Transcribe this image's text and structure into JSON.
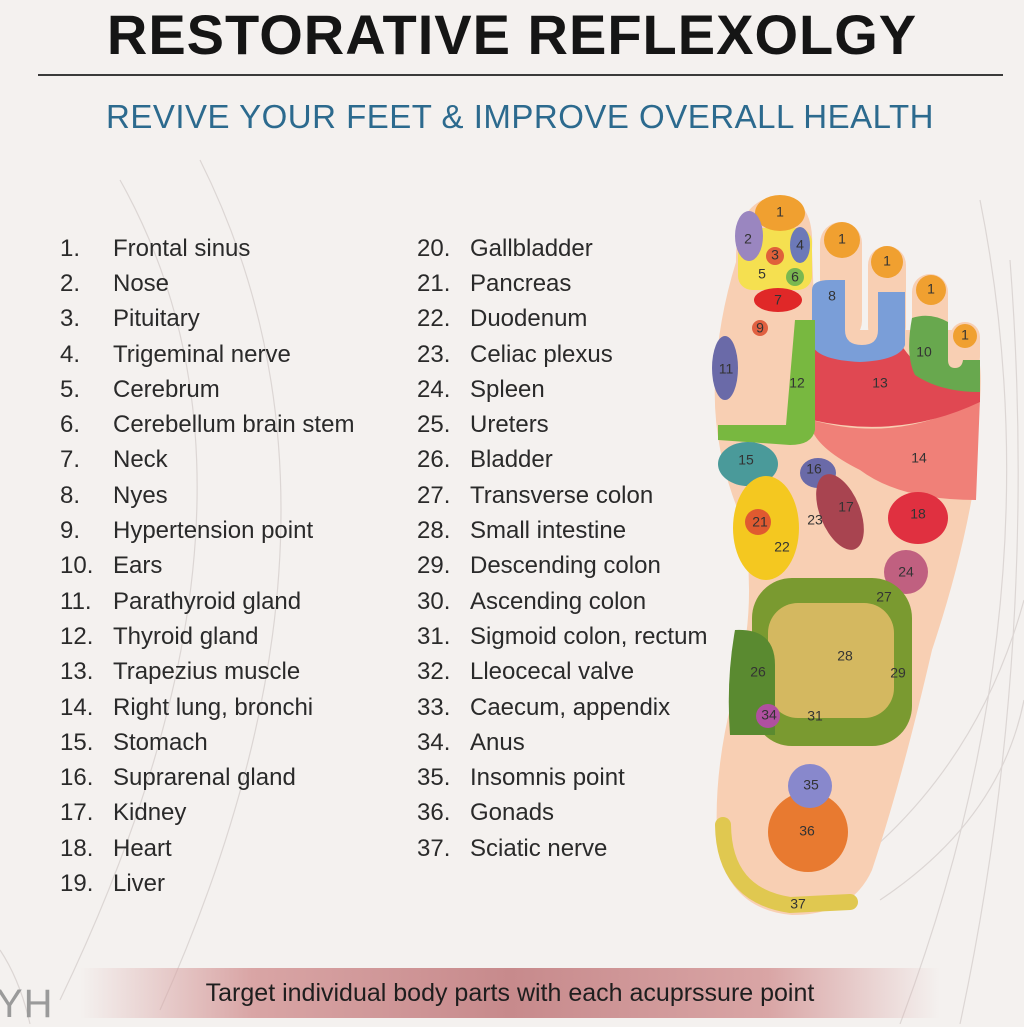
{
  "header": {
    "title": "RESTORATIVE REFLEXOLGY",
    "subtitle": "REVIVE YOUR FEET & IMPROVE OVERALL HEALTH"
  },
  "list_left": [
    {
      "num": "1.",
      "label": "Frontal sinus"
    },
    {
      "num": "2.",
      "label": "Nose"
    },
    {
      "num": "3.",
      "label": "Pituitary"
    },
    {
      "num": "4.",
      "label": "Trigeminal nerve"
    },
    {
      "num": "5.",
      "label": "Cerebrum"
    },
    {
      "num": "6.",
      "label": "Cerebellum brain stem"
    },
    {
      "num": "7.",
      "label": "Neck"
    },
    {
      "num": "8.",
      "label": "Nyes"
    },
    {
      "num": "9.",
      "label": "Hypertension point"
    },
    {
      "num": "10.",
      "label": "Ears"
    },
    {
      "num": "11.",
      "label": "Parathyroid gland"
    },
    {
      "num": "12.",
      "label": "Thyroid gland"
    },
    {
      "num": "13.",
      "label": "Trapezius muscle"
    },
    {
      "num": "14.",
      "label": "Right lung, bronchi"
    },
    {
      "num": "15.",
      "label": "Stomach"
    },
    {
      "num": "16.",
      "label": "Suprarenal gland"
    },
    {
      "num": "17.",
      "label": "Kidney"
    },
    {
      "num": "18.",
      "label": "Heart"
    },
    {
      "num": "19.",
      "label": "Liver"
    }
  ],
  "list_right": [
    {
      "num": "20.",
      "label": "Gallbladder"
    },
    {
      "num": "21.",
      "label": "Pancreas"
    },
    {
      "num": "22.",
      "label": "Duodenum"
    },
    {
      "num": "23.",
      "label": "Celiac plexus"
    },
    {
      "num": "24.",
      "label": "Spleen"
    },
    {
      "num": "25.",
      "label": "Ureters"
    },
    {
      "num": "26.",
      "label": "Bladder"
    },
    {
      "num": "27.",
      "label": "Transverse colon"
    },
    {
      "num": "28.",
      "label": "Small intestine"
    },
    {
      "num": "29.",
      "label": "Descending colon"
    },
    {
      "num": "30.",
      "label": "Ascending colon"
    },
    {
      "num": "31.",
      "label": "Sigmoid colon, rectum"
    },
    {
      "num": "32.",
      "label": "Lleocecal valve"
    },
    {
      "num": "33.",
      "label": "Caecum, appendix"
    },
    {
      "num": "34.",
      "label": "Anus"
    },
    {
      "num": "35.",
      "label": "Insomnis point"
    },
    {
      "num": "36.",
      "label": "Gonads"
    },
    {
      "num": "37.",
      "label": "Sciatic nerve"
    }
  ],
  "foot_labels": {
    "z1": "1",
    "z2": "2",
    "z3": "3",
    "z4": "4",
    "z5": "5",
    "z6": "6",
    "z7": "7",
    "z8": "8",
    "z9": "9",
    "z10": "10",
    "z11": "11",
    "z12": "12",
    "z13": "13",
    "z14": "14",
    "z15": "15",
    "z16": "16",
    "z17": "17",
    "z18": "18",
    "z21": "21",
    "z22": "22",
    "z23": "23",
    "z24": "24",
    "z26": "26",
    "z27": "27",
    "z28": "28",
    "z29": "29",
    "z31": "31",
    "z34": "34",
    "z35": "35",
    "z36": "36",
    "z37": "37"
  },
  "colors": {
    "title": "#151515",
    "subtitle": "#2c6a8e",
    "skin": "#f8cfb3",
    "banner": "#c78a8c"
  },
  "footer": {
    "tagline": "Target individual body parts with each acuprssure point",
    "watermark": "YH"
  }
}
